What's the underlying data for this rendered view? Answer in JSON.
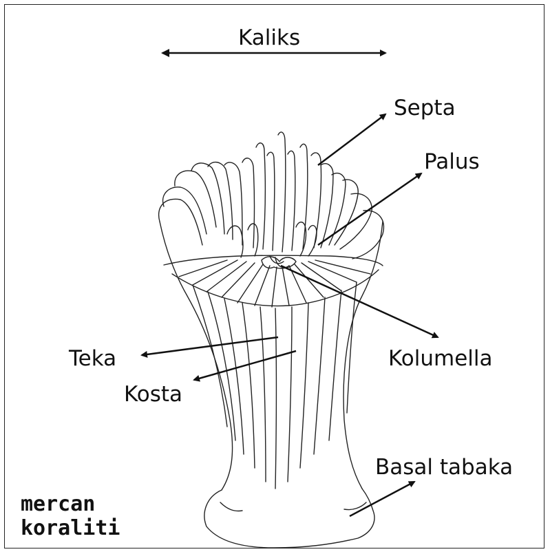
{
  "labels": {
    "kaliks": "Kaliks",
    "septa": "Septa",
    "palus": "Palus",
    "kolumella": "Kolumella",
    "teka": "Teka",
    "kosta": "Kosta",
    "basal": "Basal tabaka"
  },
  "caption": {
    "line1": "mercan",
    "line2": "koraliti"
  },
  "colors": {
    "ink": "#111111",
    "background": "#ffffff"
  }
}
